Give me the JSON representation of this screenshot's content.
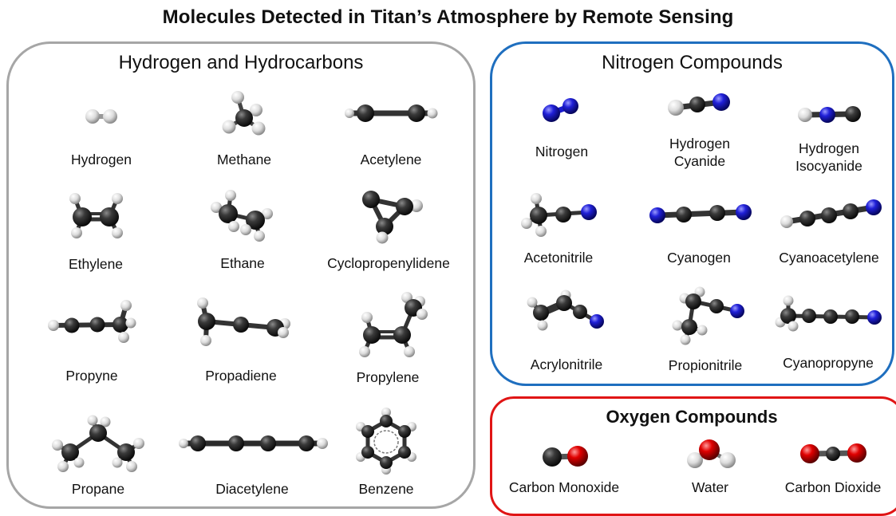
{
  "title": "Molecules Detected in Titan’s Atmosphere by Remote Sensing",
  "groups": {
    "hydrocarbons": {
      "title": "Hydrogen and Hydrocarbons",
      "border_color": "#a6a6a6",
      "molecules": [
        "Hydrogen",
        "Methane",
        "Acetylene",
        "Ethylene",
        "Ethane",
        "Cyclopropenylidene",
        "Propyne",
        "Propadiene",
        "Propylene",
        "Propane",
        "Diacetylene",
        "Benzene"
      ]
    },
    "nitrogen": {
      "title": "Nitrogen Compounds",
      "border_color": "#1f6fbf",
      "molecules": [
        "Nitrogen",
        "Hydrogen\nCyanide",
        "Hydrogen\nIsocyanide",
        "Acetonitrile",
        "Cyanogen",
        "Cyanoacetylene",
        "Acrylonitrile",
        "Propionitrile",
        "Cyanopropyne"
      ]
    },
    "oxygen": {
      "title": "Oxygen Compounds",
      "border_color": "#e01515",
      "molecules": [
        "Carbon Monoxide",
        "Water",
        "Carbon Dioxide"
      ]
    }
  },
  "atom_colors": {
    "carbon": "#2b2b2b",
    "hydrogen": "#e8e8e8",
    "nitrogen": "#1a1ad0",
    "oxygen": "#e00000"
  }
}
